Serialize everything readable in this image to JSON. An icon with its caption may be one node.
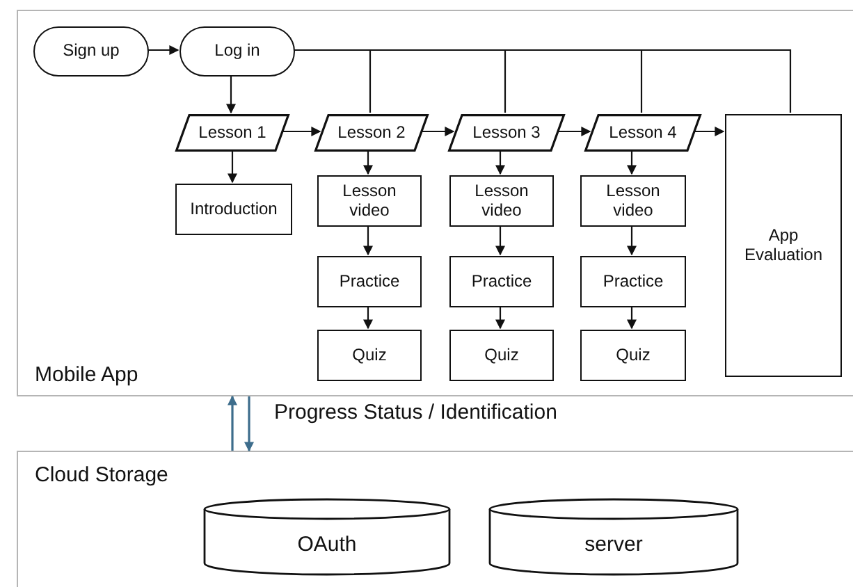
{
  "diagram": {
    "nodes": [
      {
        "text": [
          "Mobile App"
        ]
      },
      {
        "text": [
          "Sign up"
        ],
        "in": 0
      },
      {
        "text": [
          "Log in"
        ],
        "in": 0
      },
      {
        "text": [
          "Lesson 1"
        ],
        "in": 0
      },
      {
        "text": [
          "Lesson 2"
        ],
        "in": 0
      },
      {
        "text": [
          "Lesson 3"
        ],
        "in": 0
      },
      {
        "text": [
          "Lesson 4"
        ],
        "in": 0
      },
      {
        "text": [
          "App Evaluation"
        ],
        "in": 0
      },
      {
        "text": [
          "Introduction"
        ],
        "in": 0
      },
      {
        "text": [
          "Lesson video"
        ],
        "in": 0
      },
      {
        "text": [
          "Lesson video"
        ],
        "in": 0
      },
      {
        "text": [
          "Lesson video"
        ],
        "in": 0
      },
      {
        "text": [
          "Practice"
        ],
        "in": 0
      },
      {
        "text": [
          "Practice"
        ],
        "in": 0
      },
      {
        "text": [
          "Practice"
        ],
        "in": 0
      },
      {
        "text": [
          "Quiz"
        ],
        "in": 0
      },
      {
        "text": [
          "Quiz"
        ],
        "in": 0
      },
      {
        "text": [
          "Quiz"
        ],
        "in": 0
      },
      {
        "text": [
          "Cloud Storage"
        ]
      },
      {
        "text": [
          "OAuth"
        ],
        "in": 18
      },
      {
        "text": [
          "server"
        ],
        "in": 18
      }
    ],
    "edges": [
      {
        "from": 1,
        "to": 2,
        "arrow": "to"
      },
      {
        "from": 2,
        "to": 3,
        "arrow": "to"
      },
      {
        "from": 2,
        "to": 4,
        "arrow": "none"
      },
      {
        "from": 2,
        "to": 5,
        "arrow": "none"
      },
      {
        "from": 2,
        "to": 6,
        "arrow": "none"
      },
      {
        "from": 2,
        "to": 7,
        "arrow": "none"
      },
      {
        "from": 3,
        "to": 4,
        "arrow": "to"
      },
      {
        "from": 4,
        "to": 5,
        "arrow": "to"
      },
      {
        "from": 5,
        "to": 6,
        "arrow": "to"
      },
      {
        "from": 6,
        "to": 7,
        "arrow": "to"
      },
      {
        "from": 3,
        "to": 8,
        "arrow": "to"
      },
      {
        "from": 4,
        "to": 9,
        "arrow": "to"
      },
      {
        "from": 9,
        "to": 12,
        "arrow": "to"
      },
      {
        "from": 12,
        "to": 15,
        "arrow": "to"
      },
      {
        "from": 5,
        "to": 10,
        "arrow": "to"
      },
      {
        "from": 10,
        "to": 13,
        "arrow": "to"
      },
      {
        "from": 13,
        "to": 16,
        "arrow": "to"
      },
      {
        "from": 6,
        "to": 11,
        "arrow": "to"
      },
      {
        "from": 11,
        "to": 14,
        "arrow": "to"
      },
      {
        "from": 14,
        "to": 17,
        "arrow": "to"
      },
      {
        "from": 18,
        "to": 0,
        "arrow": "to",
        "color": "#3d6d8c"
      },
      {
        "from": 0,
        "to": 18,
        "arrow": "to",
        "color": "#3d6d8c",
        "label": "Progress Status / Identification"
      }
    ]
  }
}
